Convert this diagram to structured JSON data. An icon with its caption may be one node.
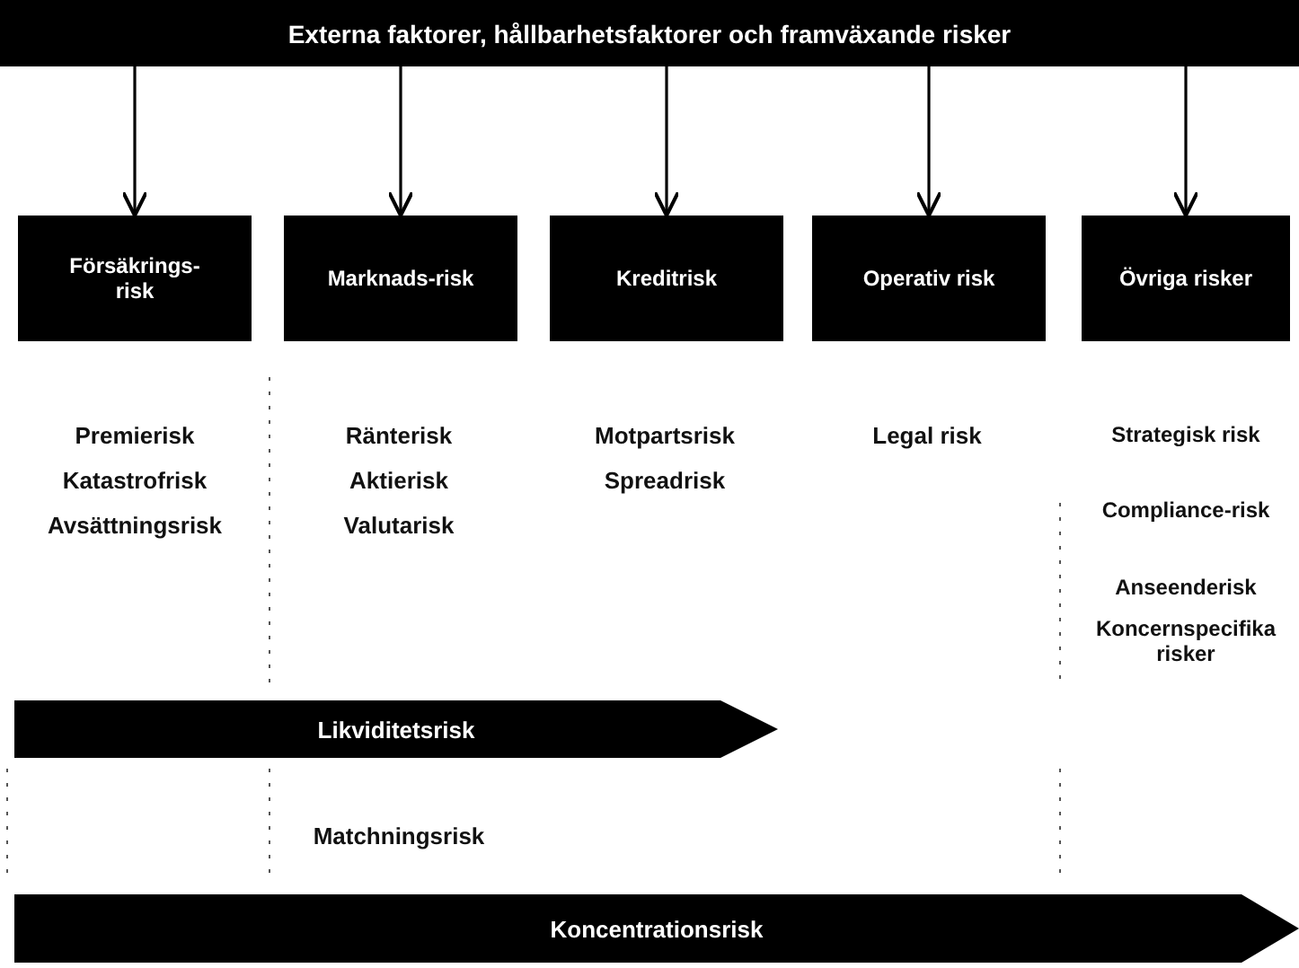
{
  "diagram": {
    "nodes": [
      {
        "text": [
          "Externa faktorer, hållbarhetsfaktorer och framväxande risker"
        ]
      },
      {
        "text": [
          "Försäkrings-risk"
        ]
      },
      {
        "text": [
          "Marknads-risk"
        ]
      },
      {
        "text": [
          "Kreditrisk"
        ]
      },
      {
        "text": [
          "Operativ risk"
        ]
      },
      {
        "text": [
          "Övriga risker"
        ]
      },
      {
        "text": [
          "Likviditetsrisk"
        ]
      },
      {
        "text": [
          "Koncentrationsrisk"
        ]
      }
    ],
    "edges": [
      {
        "from": 0,
        "to": 1,
        "arrow": "to"
      },
      {
        "from": 0,
        "to": 2,
        "arrow": "to"
      },
      {
        "from": 0,
        "to": 3,
        "arrow": "to"
      },
      {
        "from": 0,
        "to": 4,
        "arrow": "to"
      },
      {
        "from": 0,
        "to": 5,
        "arrow": "to"
      }
    ],
    "labels": [
      "Premierisk",
      "Katastrofrisk",
      "Avsättningsrisk",
      "Ränterisk",
      "Aktierisk",
      "Valutarisk",
      "Motpartsrisk",
      "Spreadrisk",
      "Legal risk",
      "Strategisk risk",
      "Compliance-risk",
      "Anseenderisk",
      "Koncernspecifika risker",
      "Matchningsrisk"
    ]
  }
}
